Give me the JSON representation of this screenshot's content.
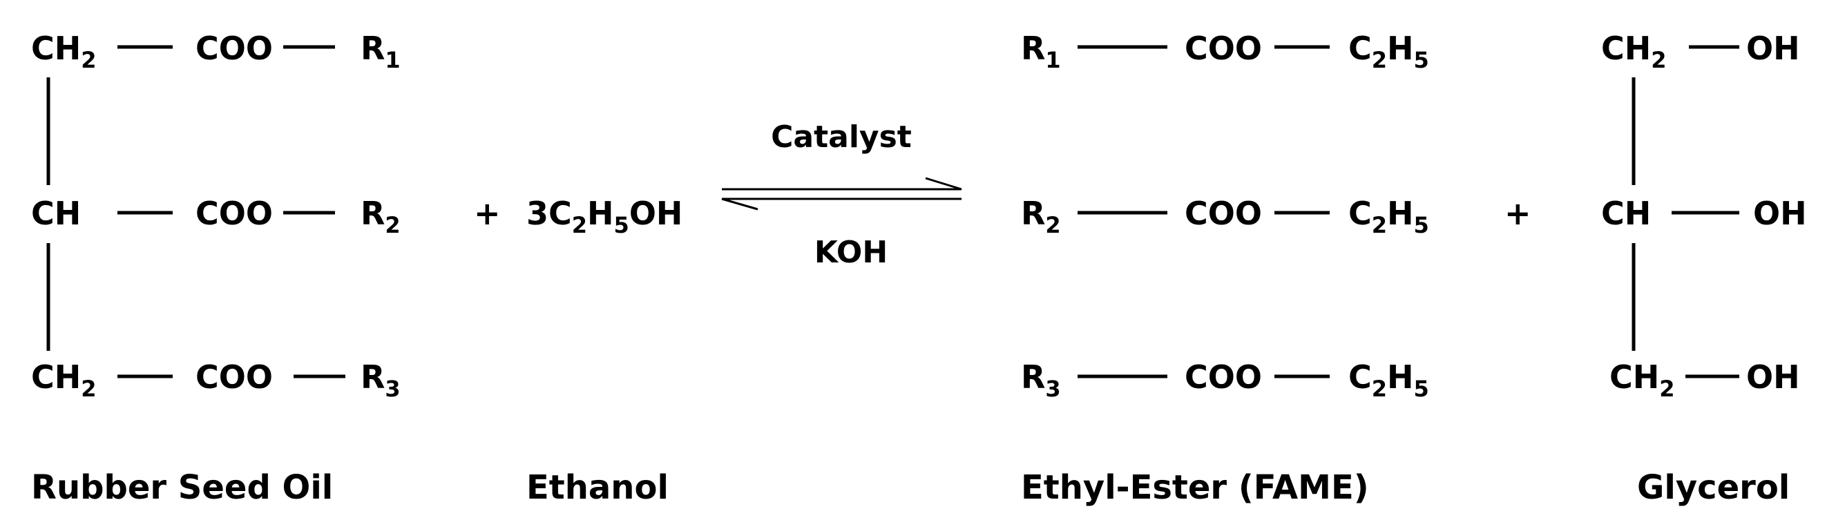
{
  "reactants": {
    "oil": {
      "rows": [
        {
          "carbon": "CH",
          "carbon_sub": "2",
          "group": "COO",
          "r": "R",
          "r_sub": "1"
        },
        {
          "carbon": "CH",
          "carbon_sub": "",
          "group": "COO",
          "r": "R",
          "r_sub": "2"
        },
        {
          "carbon": "CH",
          "carbon_sub": "2",
          "group": "COO",
          "r": "R",
          "r_sub": "3"
        }
      ],
      "label": "Rubber Seed Oil"
    },
    "plus": "+",
    "ethanol": {
      "coef": "3",
      "formula": [
        {
          "t": "C",
          "s": "2"
        },
        {
          "t": "H",
          "s": "5"
        },
        {
          "t": "OH",
          "s": ""
        }
      ],
      "label": "Ethanol"
    }
  },
  "reaction": {
    "above": "Catalyst",
    "below": "KOH",
    "arrow": "equilibrium"
  },
  "products": {
    "ester": {
      "rows": [
        {
          "r": "R",
          "r_sub": "1",
          "group": "COO",
          "tail": "C",
          "tail_sub1": "2",
          "tail2": "H",
          "tail_sub2": "5"
        },
        {
          "r": "R",
          "r_sub": "2",
          "group": "COO",
          "tail": "C",
          "tail_sub1": "2",
          "tail2": "H",
          "tail_sub2": "5"
        },
        {
          "r": "R",
          "r_sub": "3",
          "group": "COO",
          "tail": "C",
          "tail_sub1": "2",
          "tail2": "H",
          "tail_sub2": "5"
        }
      ],
      "label": "Ethyl-Ester (FAME)"
    },
    "plus": "+",
    "glycerol": {
      "rows": [
        {
          "carbon": "CH",
          "carbon_sub": "2",
          "group": "OH"
        },
        {
          "carbon": "CH",
          "carbon_sub": "",
          "group": "OH"
        },
        {
          "carbon": "CH",
          "carbon_sub": "2",
          "group": "OH"
        }
      ],
      "label": "Glycerol"
    }
  }
}
